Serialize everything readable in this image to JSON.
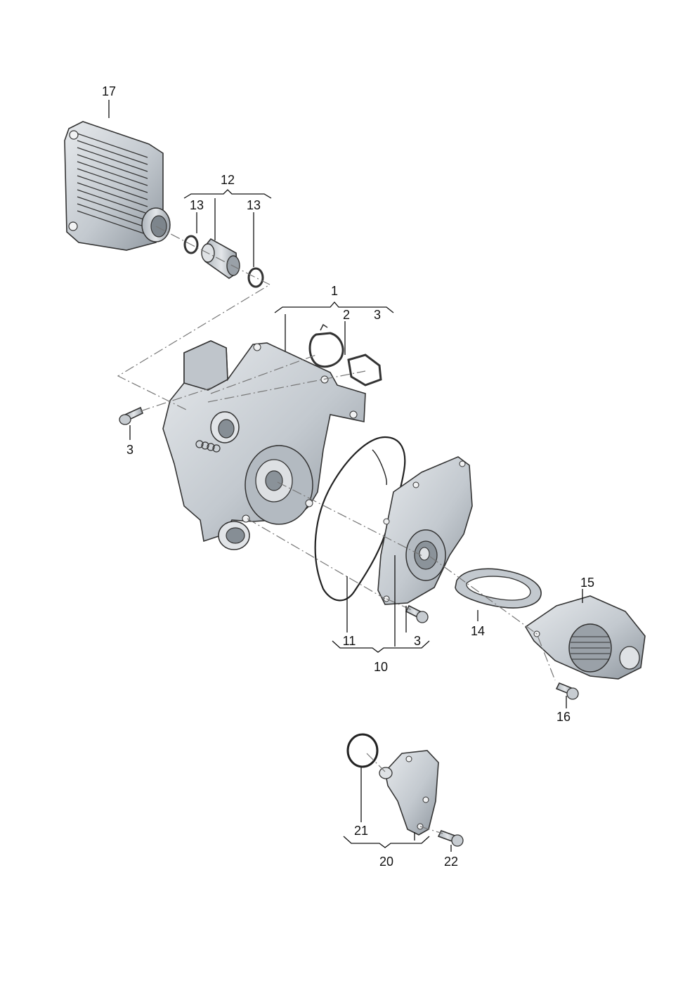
{
  "diagram": {
    "callouts": [
      {
        "id": "c17",
        "text": "17"
      },
      {
        "id": "c12",
        "text": "12"
      },
      {
        "id": "c13a",
        "text": "13"
      },
      {
        "id": "c13b",
        "text": "13"
      },
      {
        "id": "c1",
        "text": "1"
      },
      {
        "id": "c2",
        "text": "2"
      },
      {
        "id": "c3a",
        "text": "3"
      },
      {
        "id": "c3b",
        "text": "3"
      },
      {
        "id": "c3c",
        "text": "3"
      },
      {
        "id": "c15",
        "text": "15"
      },
      {
        "id": "c14",
        "text": "14"
      },
      {
        "id": "c11",
        "text": "11"
      },
      {
        "id": "c10",
        "text": "10"
      },
      {
        "id": "c16",
        "text": "16"
      },
      {
        "id": "c21",
        "text": "21"
      },
      {
        "id": "c20",
        "text": "20"
      },
      {
        "id": "c22",
        "text": "22"
      }
    ]
  },
  "colors": {
    "part_fill": "#c9ced3",
    "part_light": "#e4e7ea",
    "part_dark": "#9aa1a8",
    "line": "#111111",
    "dash": "#777777"
  }
}
